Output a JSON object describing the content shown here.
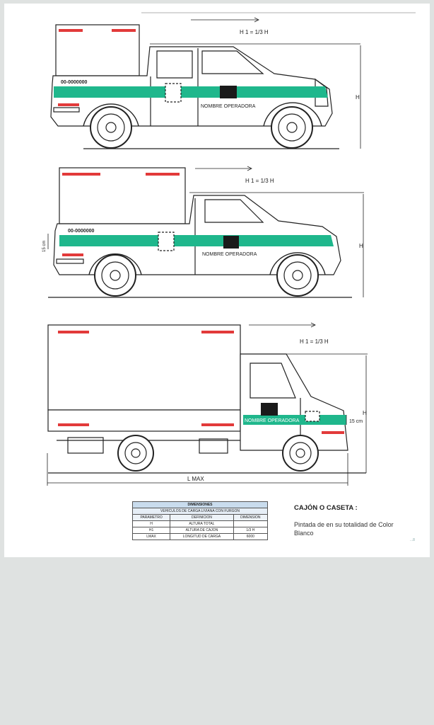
{
  "colors": {
    "accent_green": "#1fb78c",
    "outline": "#222222",
    "light_red": "#e23a3a",
    "sheet": "#ffffff",
    "background": "#dfe2e1"
  },
  "truck1": {
    "h1_label": "H 1 = 1/3 H",
    "h_label": "H",
    "plate": "00-0000000",
    "operator": "NOMBRE OPERADORA"
  },
  "truck2": {
    "h1_label": "H 1 = 1/3 H",
    "h_label": "H",
    "plate": "00-0000000",
    "operator": "NOMBRE OPERADORA",
    "side_dim": "15 cm"
  },
  "truck3": {
    "h1_label": "H 1 = 1/3 H",
    "h_label": "H",
    "operator": "NOMBRE OPERADORA",
    "side_dim": "15 cm",
    "length_label": "L MAX"
  },
  "table": {
    "title": "DIMENSIONES",
    "subtitle": "VEHICULOS DE CARGA LIVIANA CON FURGON",
    "headers": [
      "PARAMETRO",
      "DEFINICION",
      "DIMENSION"
    ],
    "rows": [
      [
        "H",
        "ALTURA TOTAL",
        ""
      ],
      [
        "H1",
        "ALTURA DE CAJON",
        "1/3 H"
      ],
      [
        "LMAX",
        "LONGITUD DE CARGA",
        "6000"
      ]
    ]
  },
  "note": {
    "title": "CAJÓN O CASETA :",
    "text": "Pintada de en su totalidad de Color Blanco"
  },
  "corner_mark": "...8"
}
